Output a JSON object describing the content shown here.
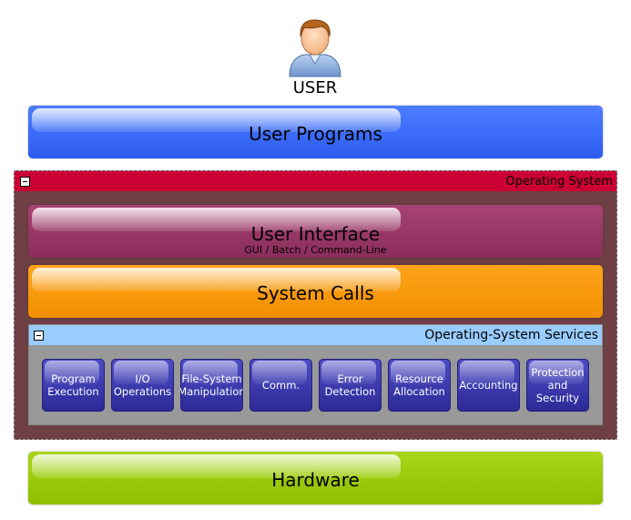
{
  "user": {
    "label": "USER"
  },
  "layers": {
    "user_programs": {
      "title": "User Programs",
      "color": "#3366ff"
    },
    "operating_system": {
      "title": "Operating System",
      "header_color": "#cc0033",
      "body_color": "#6e4045"
    },
    "user_interface": {
      "title": "User Interface",
      "subtitle": "GUI / Batch / Command-Line",
      "color": "#993366"
    },
    "system_calls": {
      "title": "System Calls",
      "color": "#ff9900"
    },
    "os_services": {
      "title": "Operating-System Services",
      "header_color": "#99ccff",
      "body_color": "#999999",
      "items": [
        {
          "label": "Program\nExecution"
        },
        {
          "label": "I/O\nOperations"
        },
        {
          "label": "File-System\nManipulation"
        },
        {
          "label": "Comm."
        },
        {
          "label": "Error\nDetection"
        },
        {
          "label": "Resource\nAllocation"
        },
        {
          "label": "Accounting"
        },
        {
          "label": "Protection\nand\nSecurity"
        }
      ]
    },
    "hardware": {
      "title": "Hardware",
      "color": "#99cc00"
    }
  },
  "icons": {
    "user": "person-icon",
    "collapse": "minus-box-icon"
  }
}
